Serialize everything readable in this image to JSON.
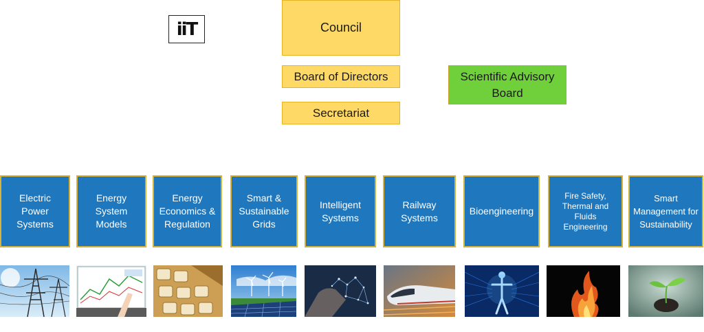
{
  "logo": {
    "text": "iiT"
  },
  "governance": {
    "council": "Council",
    "board_of_directors": "Board of Directors",
    "secretariat": "Secretariat",
    "scientific_advisory_board": "Scientific Advisory Board"
  },
  "departments": [
    {
      "label": "Electric Power Systems",
      "image": "power-lines-image"
    },
    {
      "label": "Energy System Models",
      "image": "data-screen-image"
    },
    {
      "label": "Energy Economics & Regulation",
      "image": "calculator-image"
    },
    {
      "label": "Smart & Sustainable Grids",
      "image": "solar-wind-image"
    },
    {
      "label": "Intelligent Systems",
      "image": "network-hand-image"
    },
    {
      "label": "Railway Systems",
      "image": "high-speed-train-image"
    },
    {
      "label": "Bioengineering",
      "image": "digital-human-image"
    },
    {
      "label": "Fire Safety, Thermal and Fluids Engineering",
      "image": "fire-image"
    },
    {
      "label": "Smart Management for Sustainability",
      "image": "seedling-image"
    }
  ],
  "colors": {
    "governance_yellow": "#ffd966",
    "advisory_green": "#6fd03c",
    "department_blue": "#1f78be",
    "border_gold": "#d7b33a"
  }
}
